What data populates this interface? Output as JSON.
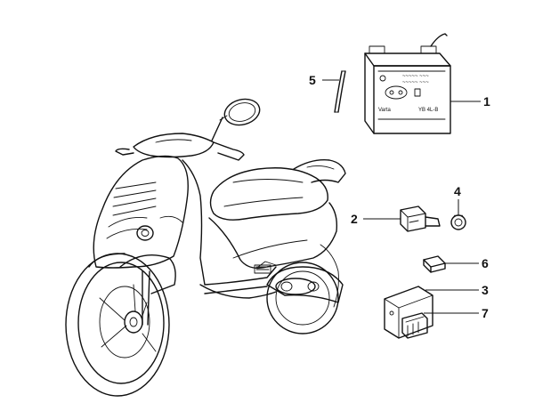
{
  "callouts": {
    "c1": "1",
    "c2": "2",
    "c3": "3",
    "c4": "4",
    "c5": "5",
    "c6": "6",
    "c7": "7"
  },
  "battery": {
    "brand": "Varta",
    "model": "YB 4L-B"
  }
}
